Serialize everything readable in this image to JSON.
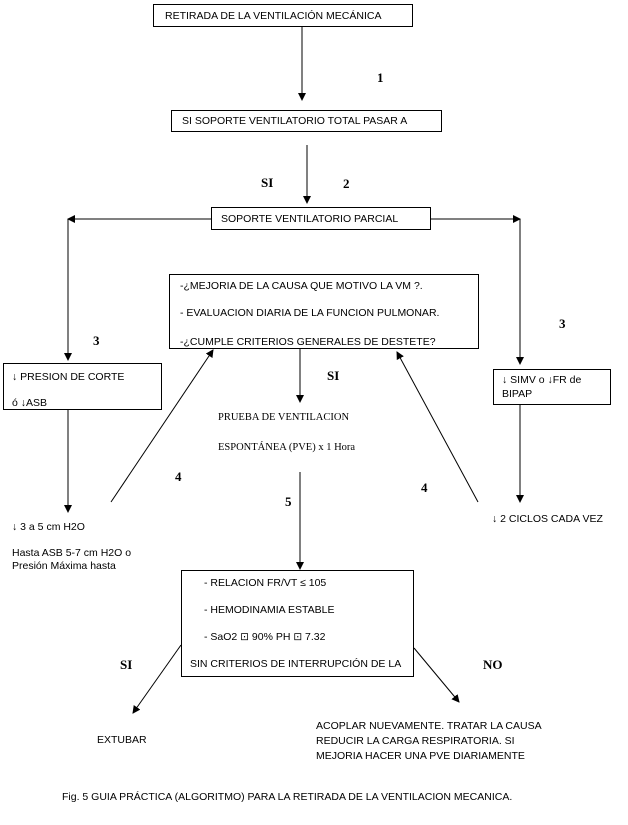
{
  "nodes": {
    "start": "RETIRADA DE LA VENTILACIÓN MECÁNICA",
    "total": "SI SOPORTE VENTILATORIO TOTAL PASAR  A",
    "partial": "SOPORTE VENTILATORIO PARCIAL",
    "criteria": [
      "-¿MEJORIA DE LA CAUSA QUE MOTIVO LA VM ?.",
      "- EVALUACION  DIARIA DE LA FUNCION PULMONAR.",
      "-¿CUMPLE CRITERIOS GENERALES  DE DESTETE?"
    ],
    "left_box": [
      "↓ PRESION DE CORTE",
      "ó ↓ASB"
    ],
    "right_box": [
      "↓ SIMV  o ↓FR de",
      "BIPAP"
    ],
    "left_step": "↓ 3 a 5 cm H2O",
    "left_note": [
      "Hasta ASB 5-7 cm H2O  o",
      "Presión Máxima hasta"
    ],
    "right_step": "↓ 2 CICLOS CADA VEZ",
    "trial": [
      "PRUEBA DE VENTILACION",
      "ESPONTÁNEA (PVE) x 1 Hora"
    ],
    "success": [
      "- RELACION FR/VT ≤ 105",
      "- HEMODINAMIA ESTABLE",
      "- SaO2 ⊡ 90%  PH ⊡ 7.32",
      "SIN CRITERIOS DE INTERRUPCIÓN DE LA"
    ],
    "extubate": "EXTUBAR",
    "fail": [
      "ACOPLAR NUEVAMENTE. TRATAR LA CAUSA",
      "REDUCIR LA CARGA RESPIRATORIA. SI",
      "MEJORIA HACER UNA PVE DIARIAMENTE"
    ]
  },
  "labels": {
    "n1": "1",
    "n2": "2",
    "n3a": "3",
    "n3b": "3",
    "n4a": "4",
    "n4b": "4",
    "n5": "5",
    "si1": "SI",
    "si2": "SI",
    "si3": "SI",
    "no": "NO"
  },
  "caption": "Fig. 5  GUIA PRÁCTICA (ALGORITMO)  PARA LA RETIRADA DE LA VENTILACION MECANICA."
}
